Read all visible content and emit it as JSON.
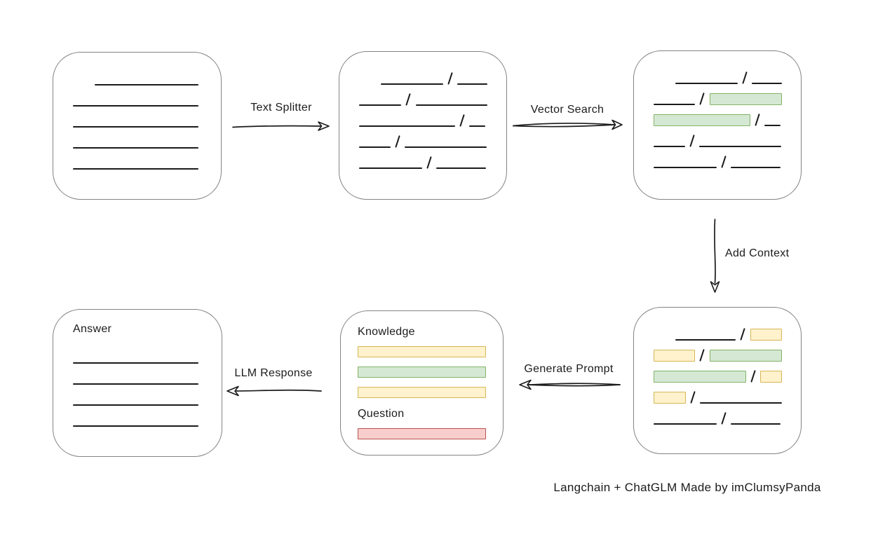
{
  "colors": {
    "line": "#1b1b1b",
    "box_border": "#838383",
    "green_fill": "#d5e8d4",
    "green_border": "#82b366",
    "yellow_fill": "#fff2cc",
    "yellow_border": "#d6b656",
    "red_fill": "#f8cecc",
    "red_border": "#b85450"
  },
  "nodes": {
    "document": {
      "rows": [
        [
          {
            "t": "line",
            "w": 148,
            "ind": 31
          }
        ],
        [
          {
            "t": "line",
            "w": 179
          }
        ],
        [
          {
            "t": "line",
            "w": 179
          }
        ],
        [
          {
            "t": "line",
            "w": 179
          }
        ],
        [
          {
            "t": "line",
            "w": 179
          }
        ]
      ]
    },
    "split_chunks": {
      "rows": [
        [
          {
            "t": "line",
            "w": 92,
            "ind": 31
          },
          {
            "t": "line",
            "w": 44
          }
        ],
        [
          {
            "t": "line",
            "w": 61
          },
          {
            "t": "line",
            "w": 104
          }
        ],
        [
          {
            "t": "line",
            "w": 137
          },
          {
            "t": "line",
            "w": 23
          }
        ],
        [
          {
            "t": "line",
            "w": 45
          },
          {
            "t": "line",
            "w": 117
          }
        ],
        [
          {
            "t": "line",
            "w": 90
          },
          {
            "t": "line",
            "w": 71
          }
        ]
      ]
    },
    "matched_chunks": {
      "rows": [
        [
          {
            "t": "line",
            "w": 92,
            "ind": 31
          },
          {
            "t": "line",
            "w": 44
          }
        ],
        [
          {
            "t": "line",
            "w": 61
          },
          {
            "t": "green",
            "w": 106
          }
        ],
        [
          {
            "t": "green",
            "w": 138
          },
          {
            "t": "line",
            "w": 23
          }
        ],
        [
          {
            "t": "line",
            "w": 45
          },
          {
            "t": "line",
            "w": 117
          }
        ],
        [
          {
            "t": "line",
            "w": 90
          },
          {
            "t": "line",
            "w": 71
          }
        ]
      ]
    },
    "context_chunks": {
      "rows": [
        [
          {
            "t": "line",
            "w": 92,
            "ind": 31
          },
          {
            "t": "yellow",
            "w": 48
          }
        ],
        [
          {
            "t": "yellow",
            "w": 61
          },
          {
            "t": "green",
            "w": 106
          }
        ],
        [
          {
            "t": "green",
            "w": 138
          },
          {
            "t": "yellow",
            "w": 32
          }
        ],
        [
          {
            "t": "yellow",
            "w": 46
          },
          {
            "t": "line",
            "w": 117
          }
        ],
        [
          {
            "t": "line",
            "w": 90
          },
          {
            "t": "line",
            "w": 71
          }
        ]
      ]
    },
    "prompt": {
      "knowledge_label": "Knowledge",
      "question_label": "Question",
      "knowledge_rows": [
        [
          {
            "t": "yellow",
            "w": 184
          }
        ],
        [
          {
            "t": "green",
            "w": 184
          }
        ],
        [
          {
            "t": "yellow",
            "w": 184
          }
        ]
      ],
      "question_rows": [
        [
          {
            "t": "red",
            "w": 184
          }
        ]
      ]
    },
    "answer": {
      "label": "Answer",
      "rows": [
        [
          {
            "t": "line",
            "w": 179
          }
        ],
        [
          {
            "t": "line",
            "w": 179
          }
        ],
        [
          {
            "t": "line",
            "w": 179
          }
        ],
        [
          {
            "t": "line",
            "w": 179
          }
        ]
      ]
    }
  },
  "edges": {
    "text_splitter": {
      "label": "Text Splitter"
    },
    "vector_search": {
      "label": "Vector Search"
    },
    "add_context": {
      "label": "Add Context"
    },
    "generate_prompt": {
      "label": "Generate Prompt"
    },
    "llm_response": {
      "label": "LLM Response"
    }
  },
  "footer": {
    "credit": "Langchain + ChatGLM Made by imClumsyPanda"
  }
}
